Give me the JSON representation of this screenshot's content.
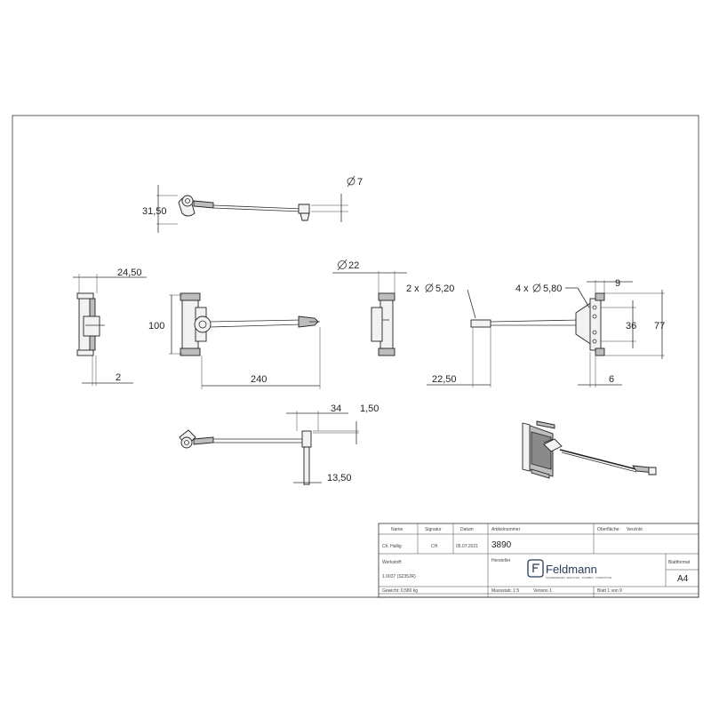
{
  "dimensions": {
    "top_height": "31,50",
    "top_diameter": "7",
    "front_width": "24,50",
    "front_offset": "2",
    "main_height": "100",
    "main_length": "240",
    "side_diameter": "22",
    "right_holes_small": "2 x",
    "right_holes_small_d": "5,20",
    "right_holes_large": "4 x",
    "right_holes_large_d": "5,80",
    "right_top": "9",
    "right_inner": "36",
    "right_outer": "77",
    "right_bottom_left": "22,50",
    "right_bottom_right": "6",
    "bottom_width": "34",
    "bottom_thickness": "1,50",
    "bottom_offset": "13,50"
  },
  "title_block": {
    "col_name": "Name",
    "col_signature": "Signatur",
    "col_date": "Datum",
    "name": "Ch. Hallig",
    "signature": "CH",
    "date": "05.07.2021",
    "article_label": "Artikelnummer",
    "article_number": "3890",
    "surface_label": "Oberfläche:",
    "surface_value": "Verzinkt",
    "material_label": "Werkstoff:",
    "material_value": "1.0037 (S235JR)",
    "manufacturer_label": "Hersteller",
    "logo_text": "Feldmann",
    "logo_tagline": "SCHMIEDEEISEN · EDELSTAHL · ROHRBAU · FORMSTÜCKE",
    "sheet_format_label": "Blattformat",
    "sheet_format": "A4",
    "weight": "Gewicht: 0,580 kg",
    "scale": "Massstab: 1:5",
    "version": "Version 1",
    "sheet": "Blatt 1 von 9"
  },
  "colors": {
    "line": "#333333",
    "part_fill": "#f2f2f2",
    "part_dark": "#bdbdbd",
    "logo": "#2a3a5a"
  }
}
